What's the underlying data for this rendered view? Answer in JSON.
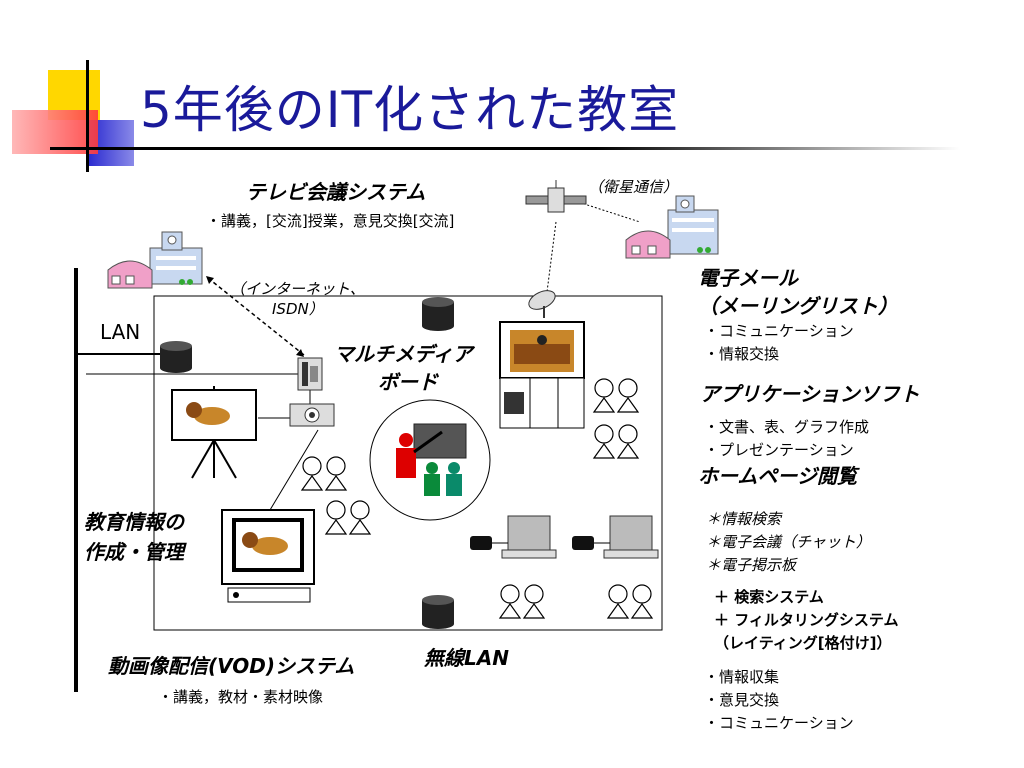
{
  "title": "5年後のIT化された教室",
  "tv": {
    "heading": "テレビ会議システム",
    "detail": "・講義，[交流]授業，意見交換[交流]"
  },
  "satellite": {
    "label": "（衛星通信）"
  },
  "internet": {
    "line1": "（インターネット、",
    "line2": "ISDN）"
  },
  "lan": {
    "label": "LAN"
  },
  "mmboard": {
    "line1": "マルチメディア",
    "line2": "ボード"
  },
  "email": {
    "heading1": "電子メール",
    "heading2": "（メーリングリスト）",
    "items": [
      "・コミュニケーション",
      "・情報交換"
    ]
  },
  "apps": {
    "heading": "アプリケーションソフト",
    "items": [
      "・文書、表、グラフ作成",
      "・プレゼンテーション"
    ]
  },
  "web": {
    "heading": "ホームページ閲覧",
    "items": [
      "＊情報検索",
      "＊電子会議（チャット）",
      "＊電子掲示板"
    ],
    "tools": [
      "＋ 検索システム",
      "＋ フィルタリングシステム",
      "（レイティング[格付け]）"
    ],
    "uses": [
      "・情報収集",
      "・意見交換",
      "・コミュニケーション"
    ]
  },
  "eduinfo": {
    "line1": "教育情報の",
    "line2": "作成・管理"
  },
  "vod": {
    "heading": "動画像配信(VOD)システム",
    "detail": "・講義，教材・素材映像"
  },
  "wireless": {
    "label": "無線LAN"
  },
  "colors": {
    "title": "#1a1a9a",
    "accent_yellow": "#ffd700",
    "accent_blue": "#2a2ad0",
    "accent_red": "#ff3b3b"
  }
}
